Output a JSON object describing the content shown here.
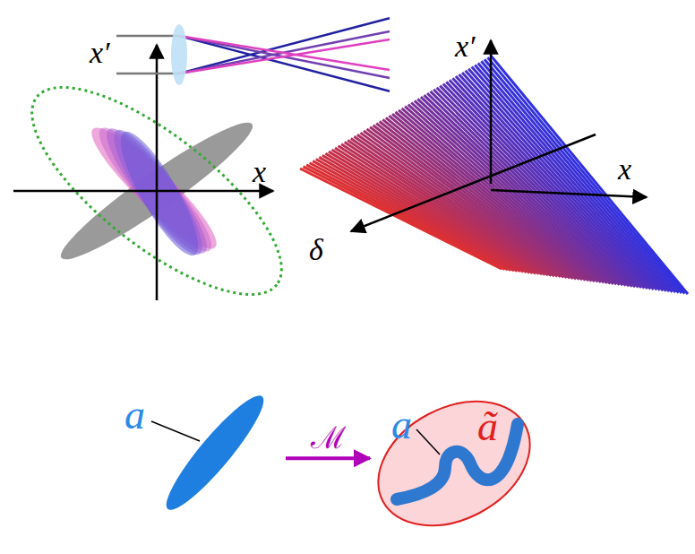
{
  "diagram": {
    "nodes": [
      {
        "text": [
          "a"
        ]
      },
      {
        "text": [
          "a",
          "ã"
        ]
      }
    ],
    "edges": [
      {
        "from": 0,
        "to": 1,
        "label": "ℳ",
        "arrow": "to"
      }
    ],
    "labels": [
      "x′",
      "x",
      "x′",
      "x",
      "δ"
    ]
  }
}
